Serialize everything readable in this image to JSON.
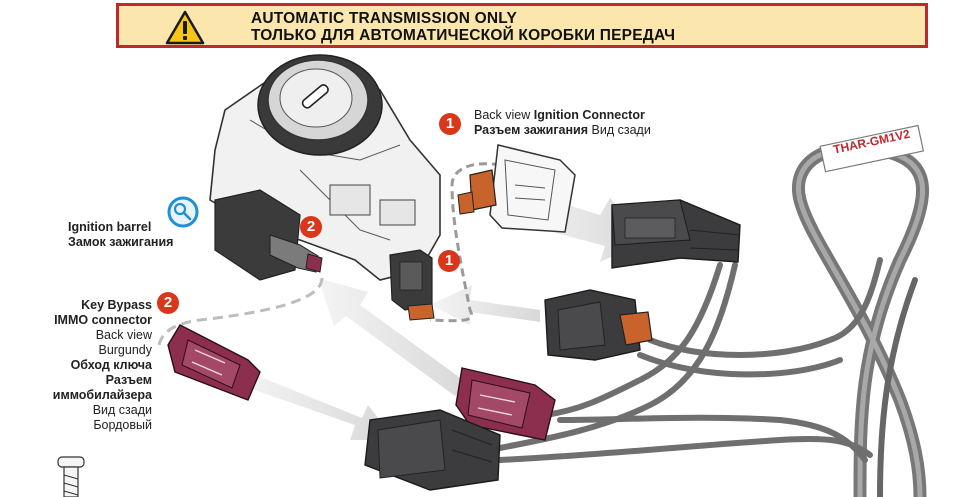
{
  "banner": {
    "line_en": "AUTOMATIC TRANSMISSION ONLY",
    "line_ru": "ТОЛЬКО ДЛЯ АВТОМАТИЧЕСКОЙ КОРОБКИ ПЕРЕДАЧ",
    "border_color": "#c1272d",
    "background_color": "#fbe7ad",
    "icon": "warning-triangle-icon"
  },
  "ignition_connector": {
    "number": "1",
    "line1_plain": "Back view ",
    "line1_bold": "Ignition Connector",
    "line2_bold": "Разъем зажигания",
    "line2_plain": " Вид сзади"
  },
  "ignition_barrel": {
    "icon": "magnifier-icon",
    "line_en": "Ignition barrel",
    "line_ru": "Замок зажигания"
  },
  "key_bypass": {
    "number": "2",
    "lines_bold_en": [
      "Key Bypass",
      "IMMO connector"
    ],
    "lines_plain_en": [
      "Back view",
      "Burgundy"
    ],
    "lines_bold_ru": [
      "Обход ключа",
      "Разъем",
      "иммобилайзера"
    ],
    "lines_plain_ru": [
      "Вид сзади",
      "Бордовый"
    ]
  },
  "markers": {
    "on_barrel": "2",
    "on_connector": "1"
  },
  "harness_tag": "THAR-GM1V2",
  "colors": {
    "marker": "#d9361c",
    "burgundy_connector": "#8c2f4e",
    "orange_latch": "#c8632c",
    "gray_connector": "#3c3c3e",
    "harness": "#7a7a7a",
    "arrow": "#e6e6e6"
  }
}
